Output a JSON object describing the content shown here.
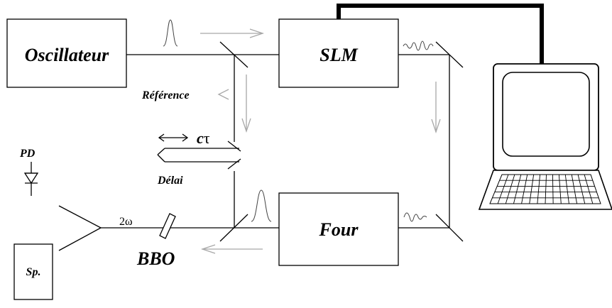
{
  "labels": {
    "oscillator": "Oscillateur",
    "slm": "SLM",
    "four": "Four",
    "reference": "Référence",
    "delay": "Délai",
    "ctau_c": "c",
    "ctau_tau": "τ",
    "pd": "PD",
    "two_omega": "2ω",
    "bbo": "BBO",
    "spectrometer": "Sp."
  },
  "colors": {
    "beam": "#000000",
    "arrows": "#a8a8a8",
    "cable": "#000000"
  }
}
